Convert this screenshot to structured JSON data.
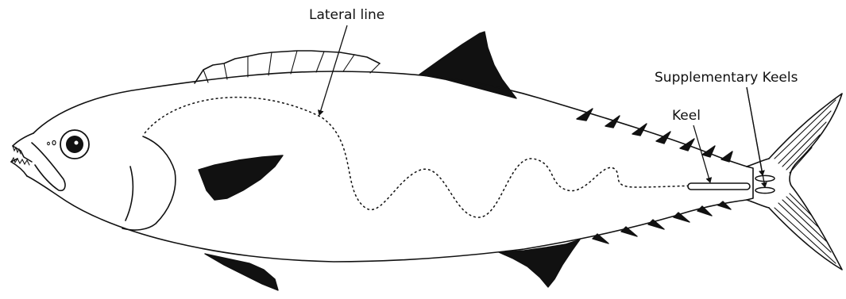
{
  "labels": {
    "lateral_line": "Lateral line",
    "keel": "Keel",
    "supplementary_keels": "Supplementary Keels"
  }
}
